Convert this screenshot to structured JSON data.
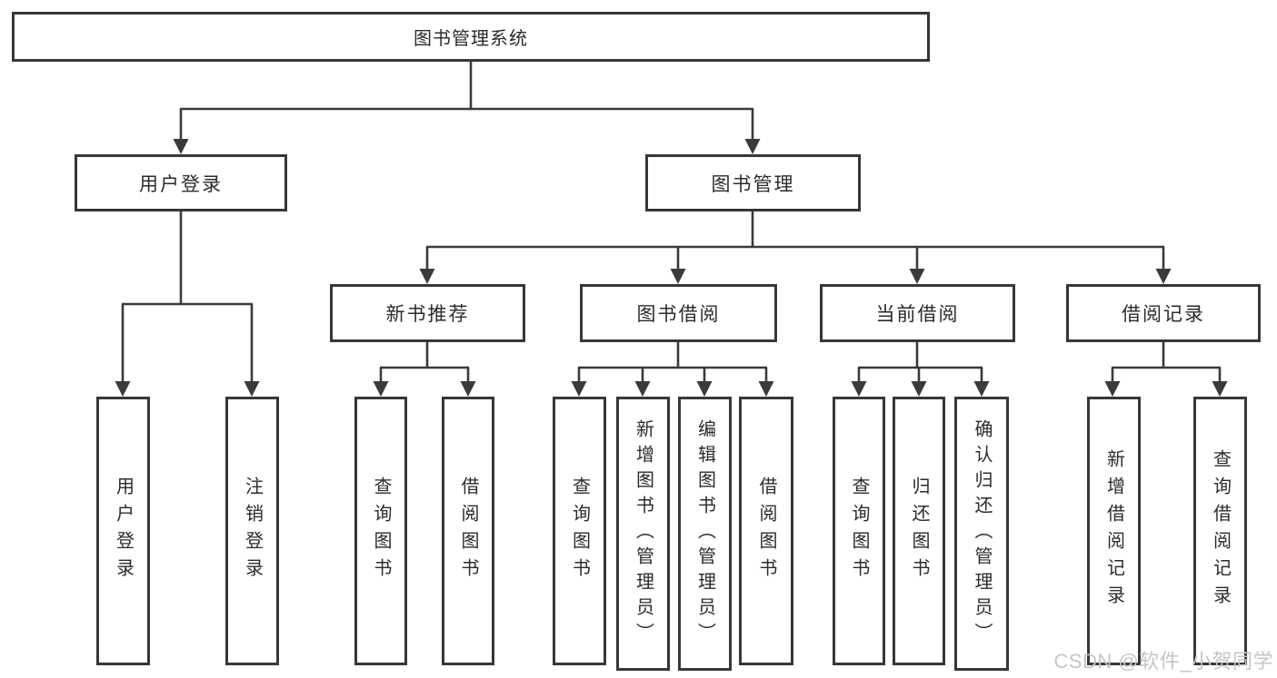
{
  "tree": {
    "root": {
      "label": "图书管理系统",
      "children": [
        {
          "label": "用户登录",
          "children": [
            {
              "label": "用户登录"
            },
            {
              "label": "注销登录"
            }
          ]
        },
        {
          "label": "图书管理",
          "children": [
            {
              "label": "新书推荐",
              "children": [
                {
                  "label": "查询图书"
                },
                {
                  "label": "借阅图书"
                }
              ]
            },
            {
              "label": "图书借阅",
              "children": [
                {
                  "label": "查询图书"
                },
                {
                  "label": "新增图书（管理员）"
                },
                {
                  "label": "编辑图书（管理员）"
                },
                {
                  "label": "借阅图书"
                }
              ]
            },
            {
              "label": "当前借阅",
              "children": [
                {
                  "label": "查询图书"
                },
                {
                  "label": "归还图书"
                },
                {
                  "label": "确认归还（管理员）"
                }
              ]
            },
            {
              "label": "借阅记录",
              "children": [
                {
                  "label": "新增借阅记录"
                },
                {
                  "label": "查询借阅记录"
                }
              ]
            }
          ]
        }
      ]
    }
  },
  "watermark": {
    "text": "CSDN @软件_小贺同学"
  },
  "colors": {
    "box_border": "#373737",
    "connector_line": "#3a3a3a",
    "text": "#2b2b2b",
    "background": "#ffffff",
    "watermark": "#c6c6c6"
  }
}
